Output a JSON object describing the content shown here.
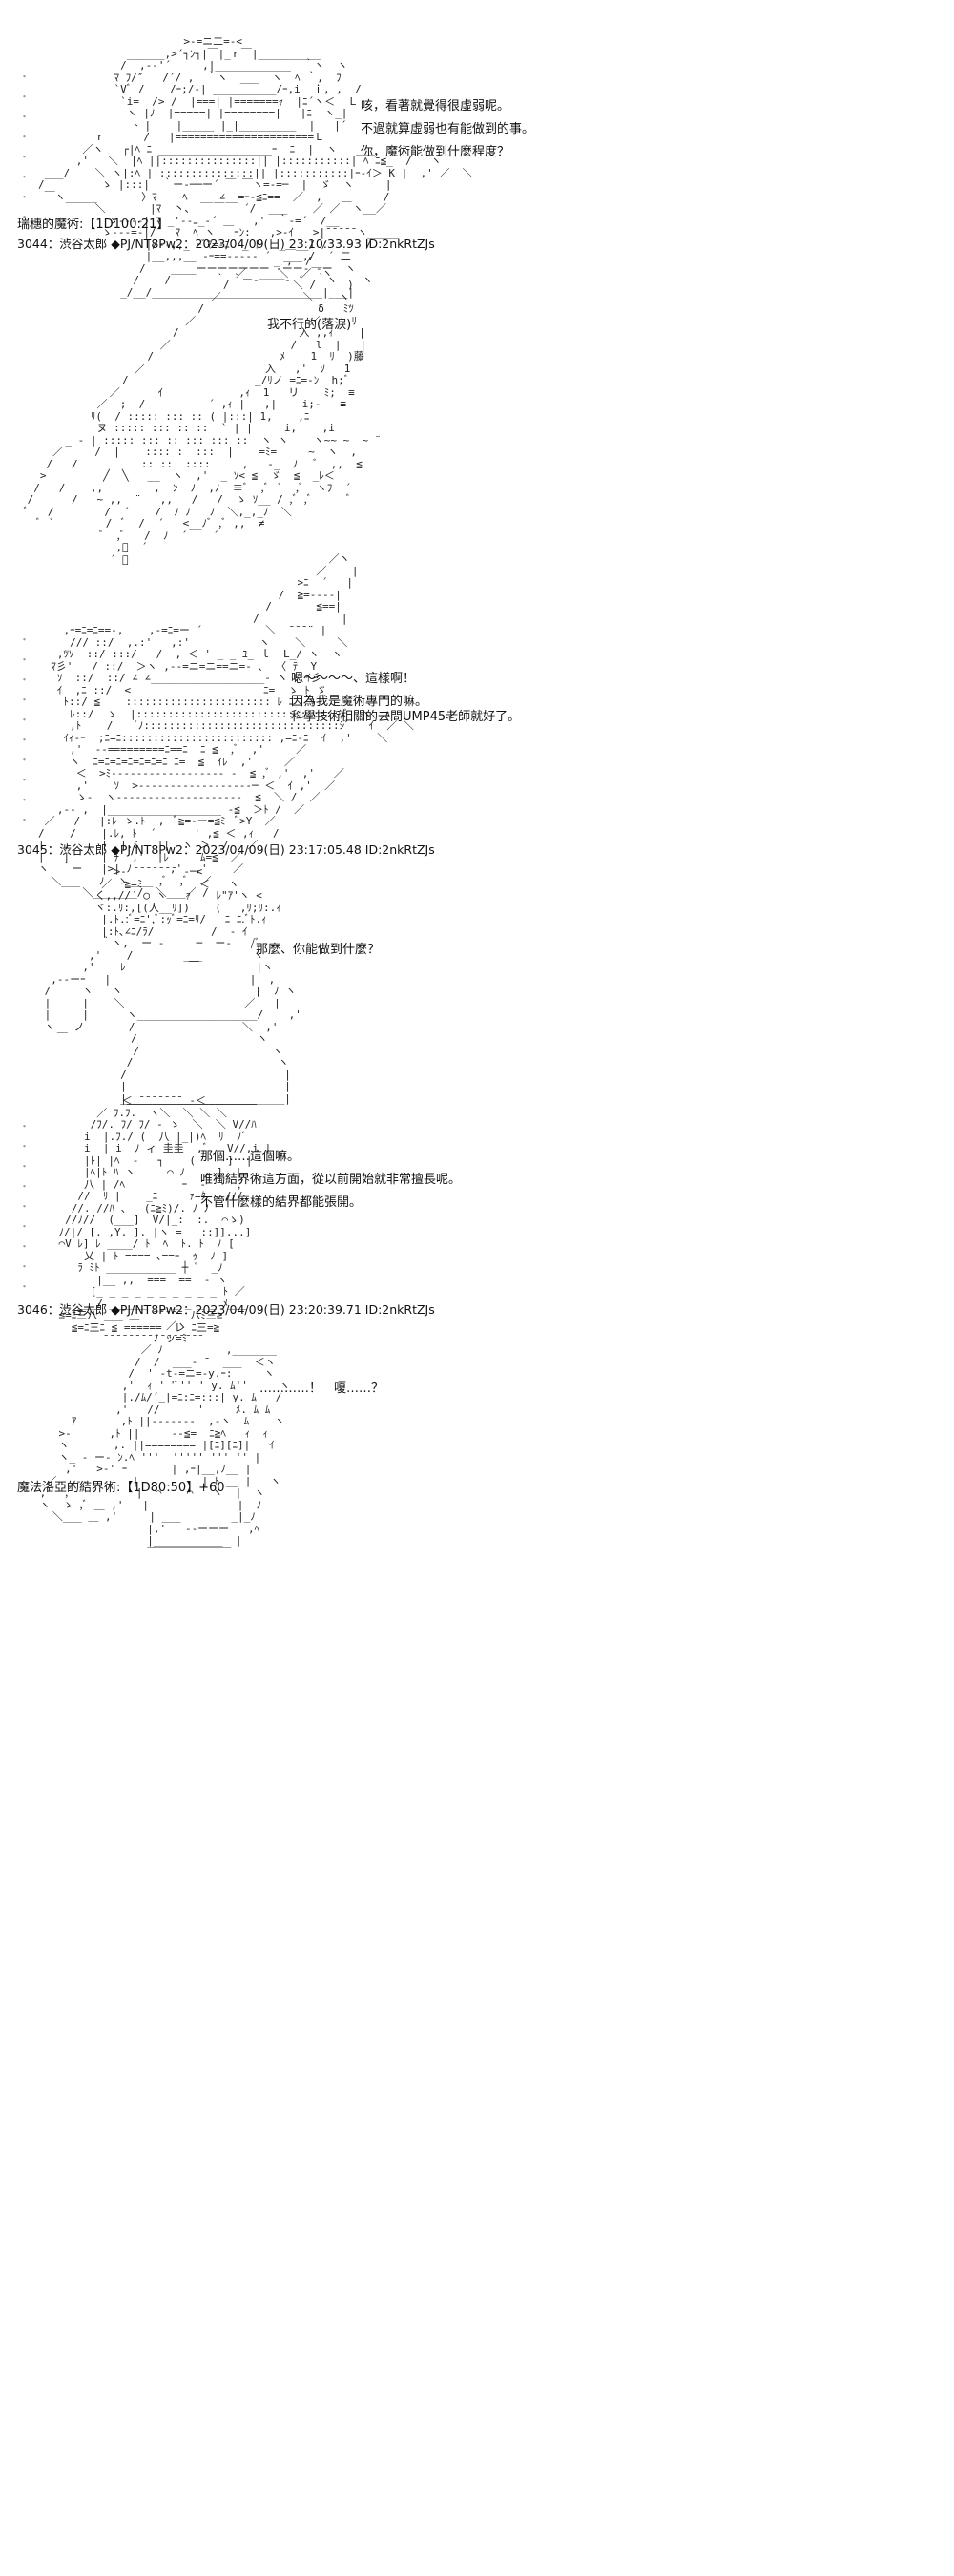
{
  "panels": [
    {
      "dialogue": [
        "咳，看著就覺得很虛弱呢。",
        "不過就算虛弱也有能做到的事。",
        "你，魔術能做到什麼程度？"
      ],
      "caption": "瑞穗的魔術:【1D100:21】"
    },
    {
      "header": "3044：渋谷太郎 ◆PJ/NT8Pw2：2023/04/09(日) 23:10:33.93 ID:2nkRtZJs",
      "dialogue": [
        "我不行的(落淚)"
      ]
    },
    {
      "dialogue": [
        "嗯～～～～、這樣啊！",
        "因為我是魔術專門的嘛。",
        "科學技術相關的去問UMP45老師就好了。"
      ]
    },
    {
      "header": "3045：渋谷太郎 ◆PJ/NT8Pw2：2023/04/09(日) 23:17:05.48 ID:2nkRtZJs",
      "dialogue": [
        "那麼、你能做到什麼？"
      ]
    },
    {
      "dialogue": [
        "那個……這個嘛。",
        "唯獨結界術這方面，從以前開始就非常擅長呢。",
        "不管什麼樣的結界都能張開。"
      ]
    },
    {
      "header": "3046：渋谷太郎 ◆PJ/NT8Pw2：2023/04/09(日) 23:20:39.71 ID:2nkRtZJs",
      "dialogue": [
        "…………！　嗄……？"
      ],
      "caption": "魔法洛亞的結界術:【1D80:50】+60"
    }
  ]
}
